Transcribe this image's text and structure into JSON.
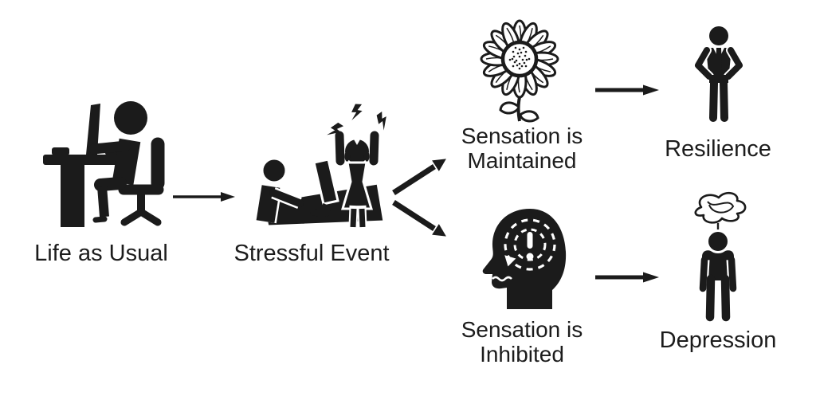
{
  "diagram": {
    "background": "#ffffff",
    "ink": "#1b1b1b",
    "nodes": {
      "life_as_usual": {
        "label": "Life as Usual",
        "icon": "person-working-at-desk-icon"
      },
      "stressful_event": {
        "label": "Stressful Event",
        "icon": "stressed-coworkers-at-desk-icon"
      },
      "sensation_maintained": {
        "label": "Sensation is Maintained",
        "icon": "sunflower-icon"
      },
      "resilience": {
        "label": "Resilience",
        "icon": "confident-person-icon"
      },
      "sensation_inhibited": {
        "label": "Sensation is Inhibited",
        "icon": "head-with-suppressed-alert-icon"
      },
      "depression": {
        "label": "Depression",
        "icon": "slumped-person-tangled-thoughts-icon"
      }
    },
    "edges": [
      {
        "from": "life_as_usual",
        "to": "stressful_event",
        "style": "thin-straight-right"
      },
      {
        "from": "stressful_event",
        "to": "sensation_maintained",
        "style": "thick-diagonal-up"
      },
      {
        "from": "stressful_event",
        "to": "sensation_inhibited",
        "style": "thick-diagonal-down"
      },
      {
        "from": "sensation_maintained",
        "to": "resilience",
        "style": "straight-right"
      },
      {
        "from": "sensation_inhibited",
        "to": "depression",
        "style": "straight-right"
      }
    ]
  }
}
